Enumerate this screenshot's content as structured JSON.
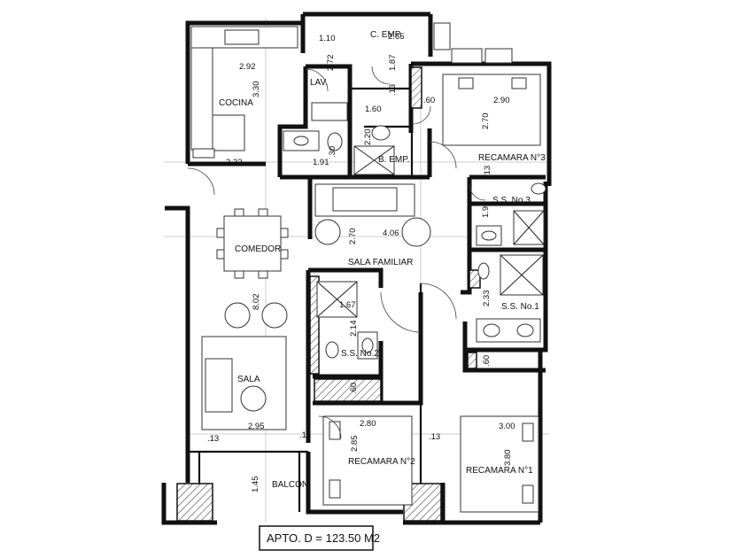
{
  "plan_title": "APTO. D = 123.50 M2",
  "rooms": {
    "cocina": "COCINA",
    "lav": "LAV.",
    "c_emp": "C. EMP.",
    "b_emp": "B. EMP.",
    "comedor": "COMEDOR",
    "sala_familiar": "SALA FAMILIAR",
    "sala": "SALA",
    "balcon": "BALCON",
    "recamara_3": "RECAMARA N°3",
    "ss_3": "S.S. No.3",
    "ss_1": "S.S. No.1",
    "ss_2": "S.S. No.2",
    "recamara_2": "RECAMARA N°2",
    "recamara_1": "RECAMARA N°1"
  },
  "dimensions": {
    "kitchen_width": "2.92",
    "kitchen_depth": "3.30",
    "kitchen_lower": "2.32",
    "lav_depth": "2.72",
    "c_emp_width": "1.10",
    "c_emp_depth": "1.87",
    "c_emp_dim2": "2.65",
    "b_emp_width": "1.60",
    "b_emp_depth": "2.20",
    "b_emp_lower": "1.91",
    "small_13_a": ".13",
    "small_30": ".30",
    "rec3_width": "2.90",
    "rec3_depth": "2.70",
    "rec3_60": ".60",
    "rec3_13": ".13",
    "ss3_depth": "1.90",
    "family_depth": "2.70",
    "family_width": "4.06",
    "ss1_depth": "2.33",
    "ss1_60": ".60",
    "living_depth": "8.02",
    "living_width": "2.95",
    "living_13": ".13",
    "balcony_13": ".13",
    "ss2_width": "1.67",
    "ss2_depth": "2.14",
    "ss2_60": ".60",
    "rec2_width": "2.80",
    "rec2_depth": "2.85",
    "rec1_13": ".13",
    "rec1_width": "3.00",
    "rec1_depth": "3.80",
    "balcony_depth": "1.45"
  }
}
